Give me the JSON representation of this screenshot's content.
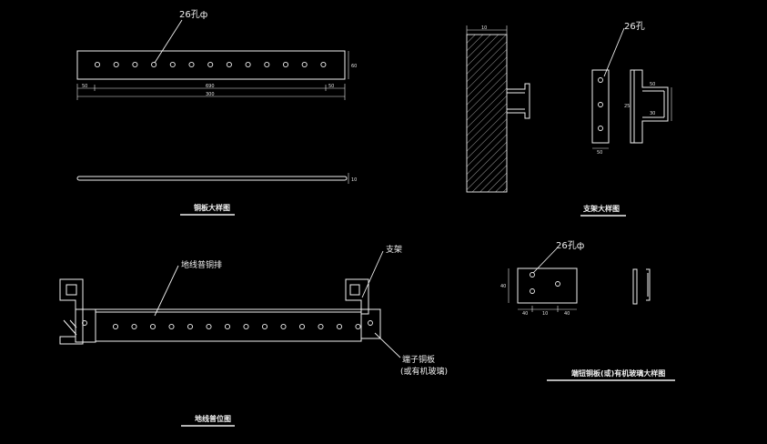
{
  "labels": {
    "hole_a": "26孔ф",
    "hole_b": "26孔",
    "hole_c": "26孔ф",
    "ground_bar": "地线普铜排",
    "bracket": "支架",
    "terminal_line1": "端子铜板",
    "terminal_line2": "(或有机玻璃)"
  },
  "titles": {
    "copper_plate": "铜板大样图",
    "bracket_detail": "支架大样图",
    "ground_bar_install": "地线普位图",
    "terminal_detail": "端钮铜板(或)有机玻璃大样图"
  },
  "dims": {
    "left_end": "50",
    "middle": "690",
    "right_end": "50",
    "overall": "300",
    "height": "60",
    "thickness": "10",
    "wall_top": "10",
    "bracket_b": "50",
    "bracket_c": "25",
    "bracket_w": "50",
    "bracket_h": "30",
    "terminal_h": "40",
    "terminal_a": "40",
    "terminal_b": "10",
    "terminal_c": "40"
  }
}
